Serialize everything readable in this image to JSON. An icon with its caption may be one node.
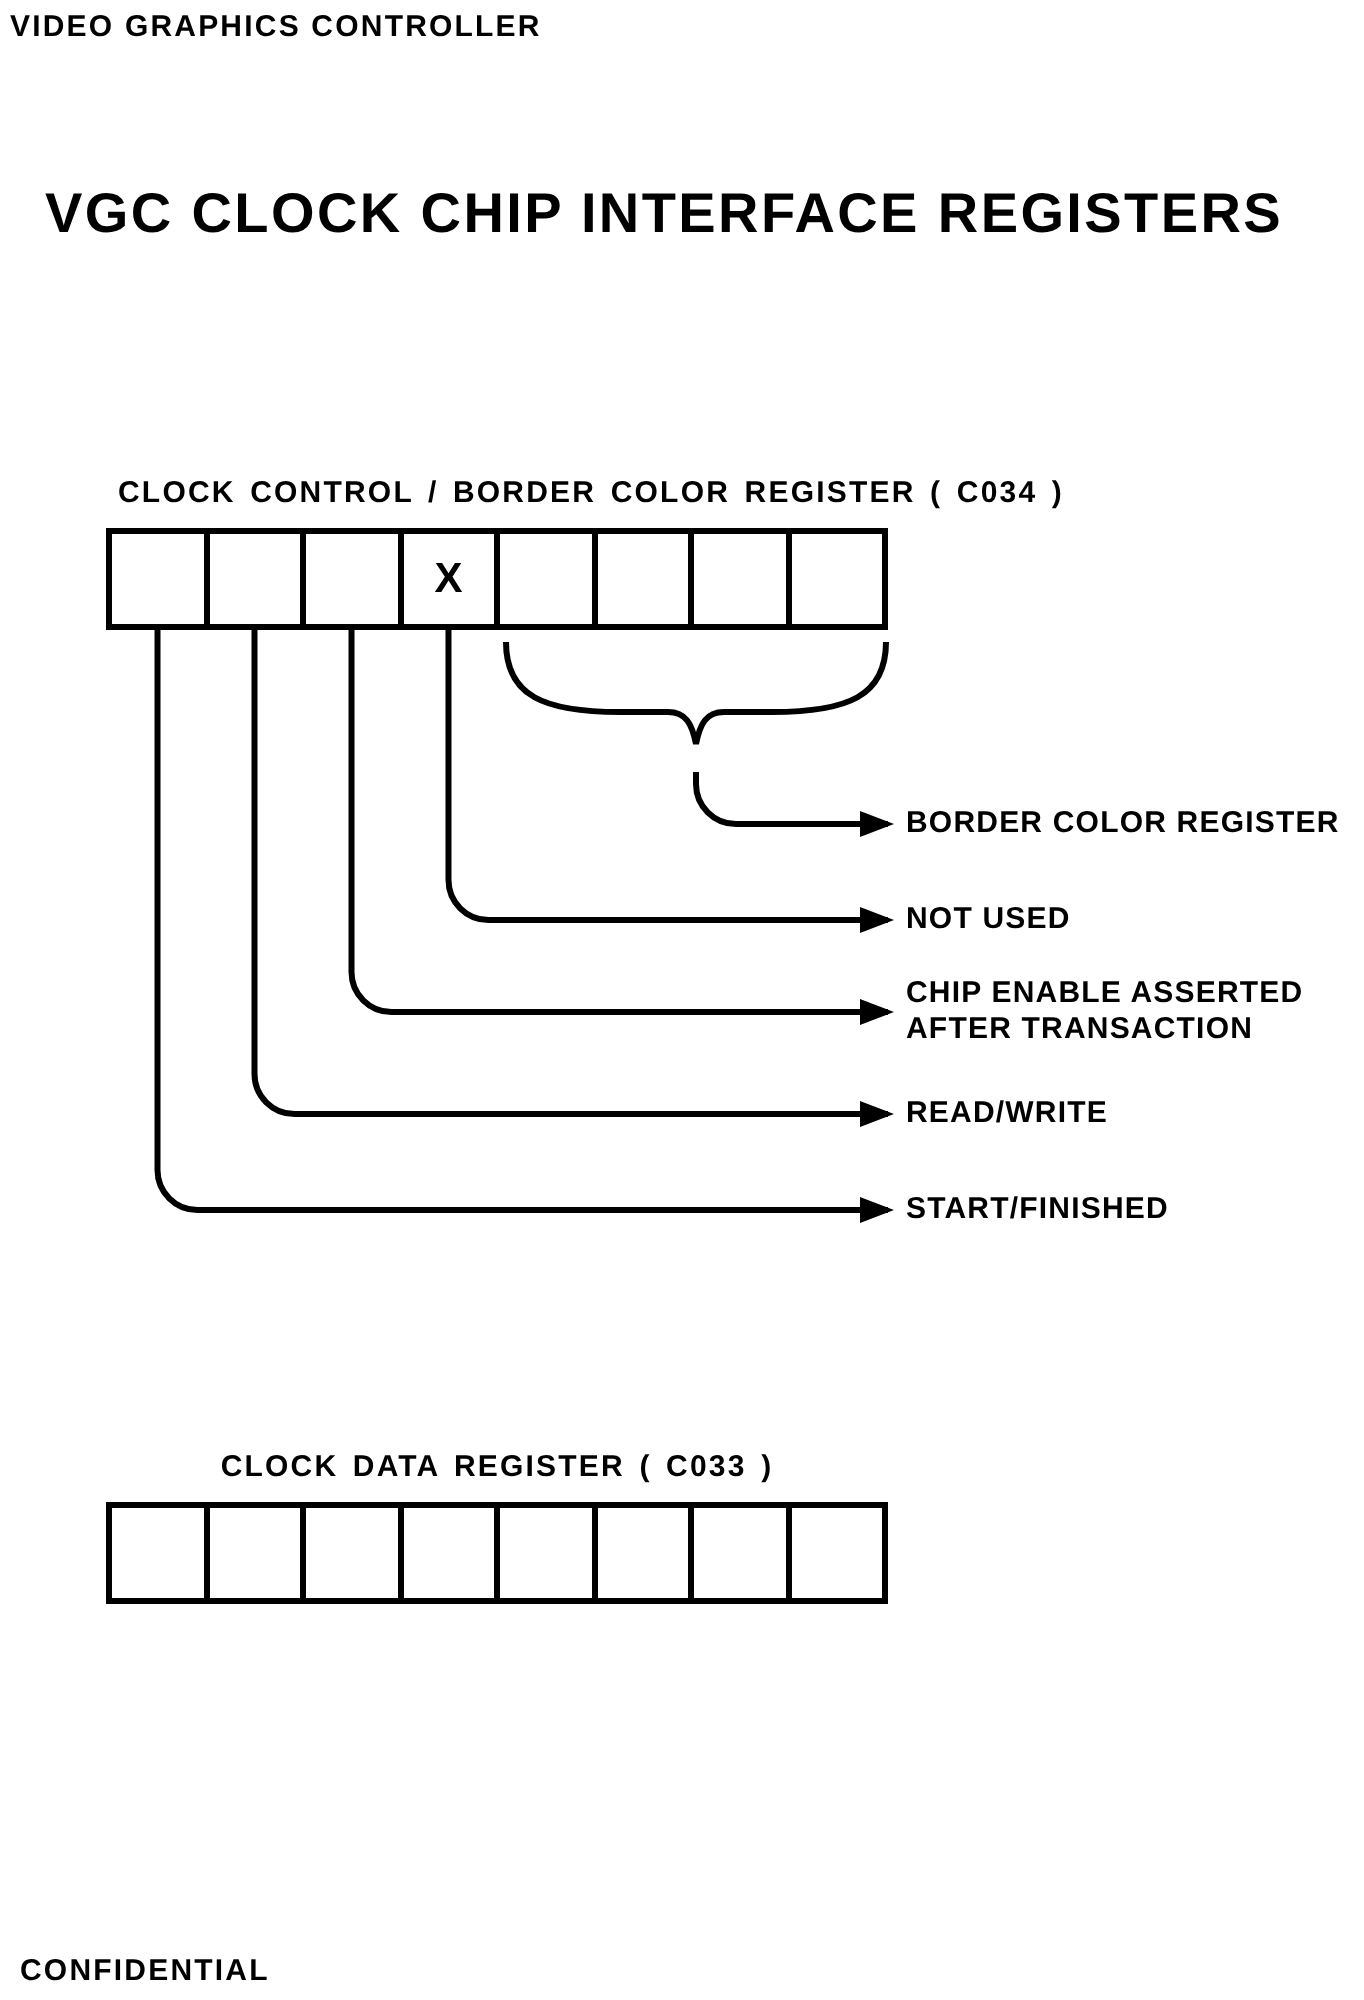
{
  "diagram": {
    "title": "VGC CLOCK CHIP INTERFACE REGISTERS",
    "nodes": [
      {
        "text": [
          "CLOCK CONTROL / BORDER COLOR REGISTER ( C034 )"
        ]
      },
      {
        "text": [],
        "shape": "box",
        "in": 0
      },
      {
        "text": [],
        "shape": "box",
        "in": 0
      },
      {
        "text": [],
        "shape": "box",
        "in": 0
      },
      {
        "text": [
          "X"
        ],
        "in": 0
      },
      {
        "text": [],
        "shape": "box",
        "in": 0
      },
      {
        "text": [],
        "shape": "box",
        "in": 0
      },
      {
        "text": [],
        "shape": "box",
        "in": 0
      },
      {
        "text": [],
        "shape": "box",
        "in": 0
      },
      {
        "text": [],
        "shape": "brace"
      },
      {
        "text": [
          "BORDER COLOR REGISTER"
        ]
      },
      {
        "text": [
          "NOT USED"
        ]
      },
      {
        "text": [
          "CHIP ENABLE ASSERTED AFTER TRANSACTION"
        ]
      },
      {
        "text": [
          "READ/WRITE"
        ]
      },
      {
        "text": [
          "START/FINISHED"
        ]
      },
      {
        "text": [
          "CLOCK DATA REGISTER ( C033 )"
        ]
      },
      {
        "text": [],
        "shape": "box",
        "in": 15
      },
      {
        "text": [],
        "shape": "box",
        "in": 15
      },
      {
        "text": [],
        "shape": "box",
        "in": 15
      },
      {
        "text": [],
        "shape": "box",
        "in": 15
      },
      {
        "text": [],
        "shape": "box",
        "in": 15
      },
      {
        "text": [],
        "shape": "box",
        "in": 15
      },
      {
        "text": [],
        "shape": "box",
        "in": 15
      },
      {
        "text": [],
        "shape": "box",
        "in": 15
      }
    ],
    "edges": [
      {
        "from": 9,
        "to": 10,
        "arrow": "to"
      },
      {
        "from": 4,
        "to": 11,
        "arrow": "to"
      },
      {
        "from": 3,
        "to": 12,
        "arrow": "to"
      },
      {
        "from": 2,
        "to": 13,
        "arrow": "to"
      },
      {
        "from": 1,
        "to": 14,
        "arrow": "to"
      }
    ],
    "labels": [
      "VIDEO GRAPHICS CONTROLLER",
      "CONFIDENTIAL"
    ]
  }
}
